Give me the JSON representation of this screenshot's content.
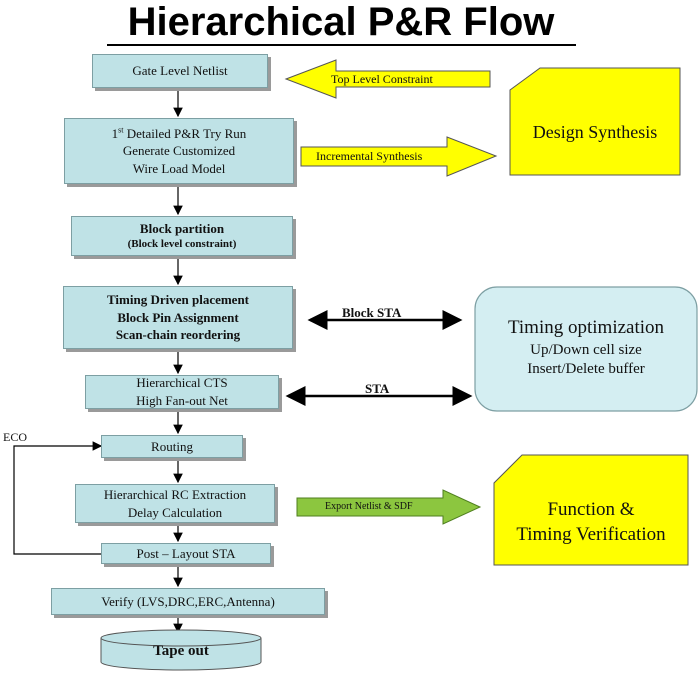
{
  "title": "Hierarchical P&R  Flow",
  "flow": {
    "gate_netlist": "Gate Level Netlist",
    "try_run": {
      "first": "1",
      "sup": "st",
      "line1_rest": " Detailed P&R Try Run",
      "line2": "Generate Customized",
      "line3": "Wire Load Model"
    },
    "block_partition": {
      "line1": "Block partition",
      "line2": "(Block level constraint)"
    },
    "timing_placement": {
      "line1": "Timing Driven placement",
      "line2": "Block Pin Assignment",
      "line3": "Scan-chain reordering"
    },
    "cts": {
      "line1": "Hierarchical CTS",
      "line2": "High Fan-out Net"
    },
    "routing": "Routing",
    "rc_extraction": {
      "line1": "Hierarchical RC Extraction",
      "line2": "Delay Calculation"
    },
    "post_layout_sta": "Post – Layout STA",
    "verify": "Verify (LVS,DRC,ERC,Antenna)",
    "tape_out": "Tape out"
  },
  "arrows": {
    "top_level_constraint": "Top Level Constraint",
    "incremental_synthesis": "Incremental Synthesis",
    "block_sta": "Block STA",
    "sta": "STA",
    "export": "Export Netlist & SDF",
    "eco": "ECO"
  },
  "notes": {
    "design_synthesis": "Design Synthesis",
    "timing_optimization": {
      "line1": "Timing optimization",
      "line2": "Up/Down cell size",
      "line3": "Insert/Delete buffer"
    },
    "function_timing": {
      "line1": "Function &",
      "line2": "Timing Verification"
    }
  },
  "colors": {
    "box_fill": "#bfe2e6",
    "yellow": "#ffff00",
    "green": "#8cc63f",
    "rounded_fill": "#d4eef2"
  }
}
